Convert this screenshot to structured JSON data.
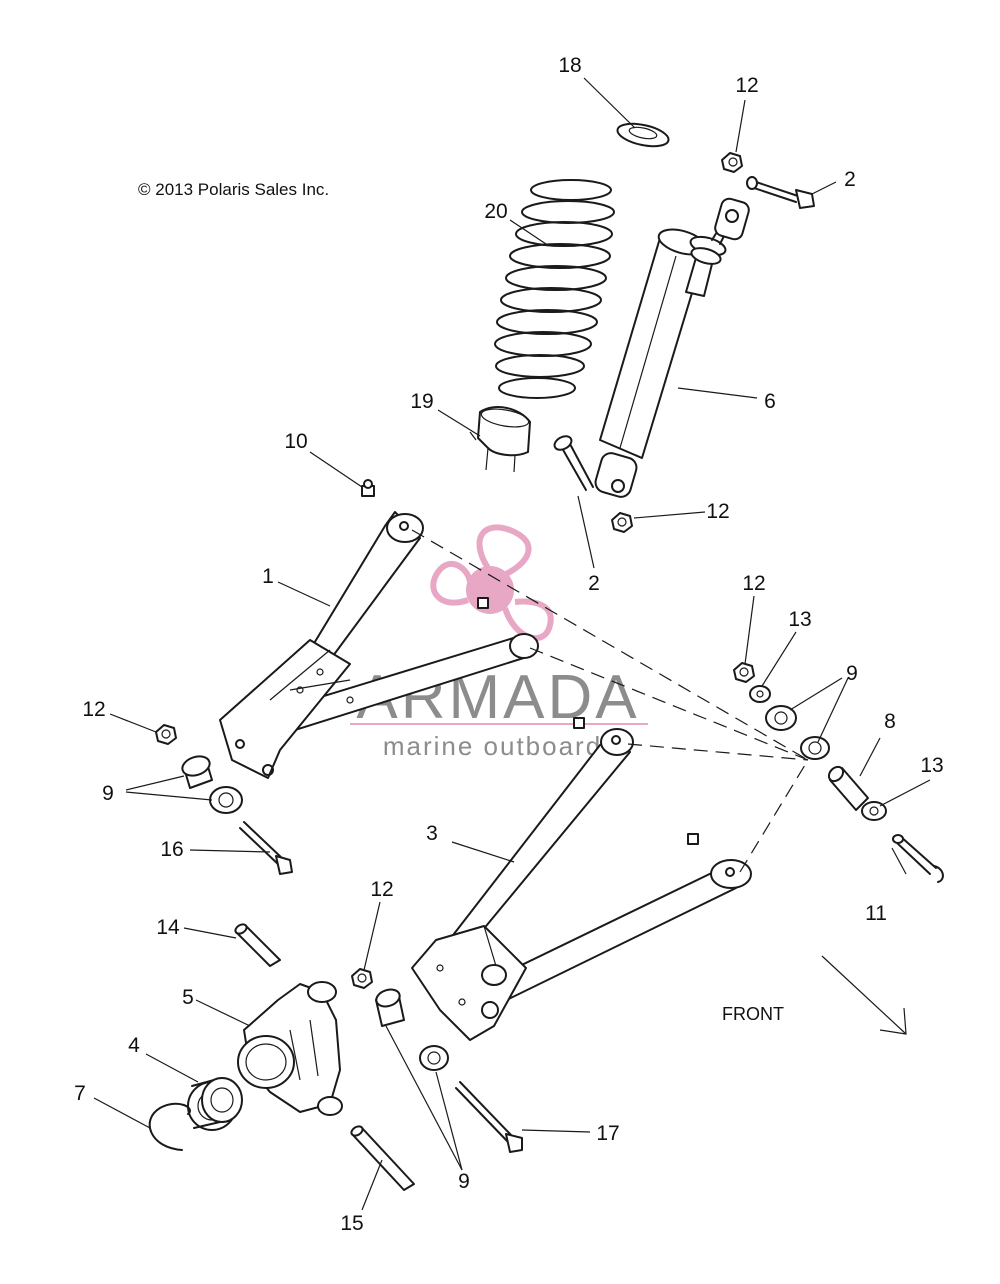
{
  "copyright": "© 2013 Polaris Sales Inc.",
  "watermark": {
    "brand": "ARMADA",
    "tagline": "marine outboards",
    "color": "#e8a7c4"
  },
  "direction_label": "FRONT",
  "callouts": {
    "c18": "18",
    "c12a": "12",
    "c2a": "2",
    "c20": "20",
    "c6": "6",
    "c19": "19",
    "c10": "10",
    "c12b": "12",
    "c2b": "2",
    "c1": "1",
    "c12c": "12",
    "c13a": "13",
    "c9a": "9",
    "c12d": "12",
    "c8": "8",
    "c13b": "13",
    "c9b": "9",
    "c16": "16",
    "c3": "3",
    "c11": "11",
    "c12e": "12",
    "c14": "14",
    "c5": "5",
    "c4": "4",
    "c7": "7",
    "c17": "17",
    "c9c": "9",
    "c15": "15"
  }
}
